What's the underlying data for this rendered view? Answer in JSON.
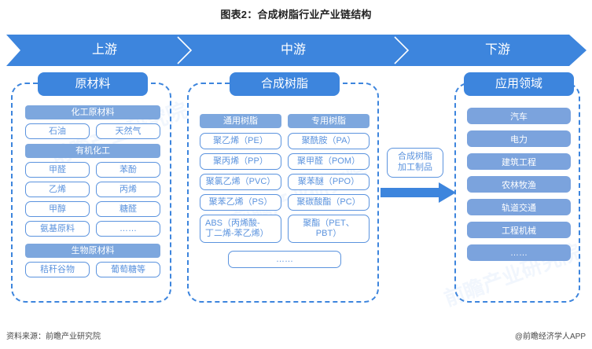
{
  "title": "图表2：合成树脂行业产业链结构",
  "banner": {
    "segments": [
      {
        "label": "上游"
      },
      {
        "label": "中游"
      },
      {
        "label": "下游"
      }
    ]
  },
  "columns": {
    "upstream": {
      "head": "原材料",
      "groups": [
        {
          "subhead": "化工原材料",
          "items": [
            "石油",
            "天然气"
          ]
        },
        {
          "subhead": "有机化工",
          "items": [
            "甲醛",
            "苯酚",
            "乙烯",
            "丙烯",
            "甲醇",
            "糖醛",
            "氨基原料",
            "……"
          ]
        },
        {
          "subhead": "生物原材料",
          "items": [
            "秸秆谷物",
            "葡萄糖等"
          ]
        }
      ]
    },
    "midstream": {
      "head": "合成树脂",
      "subheads": [
        "通用树脂",
        "专用树脂"
      ],
      "general": [
        "聚乙烯（PE）",
        "聚丙烯（PP）",
        "聚氯乙烯（PVC）",
        "聚苯乙烯（PS）",
        "ABS（丙烯酸-\n丁二烯-苯乙烯）"
      ],
      "special": [
        "聚酰胺（PA）",
        "聚甲醛（POM）",
        "聚苯醚（PPO）",
        "聚碳酸酯（PC）",
        "聚酯（PET、\nPBT）"
      ],
      "more": "……"
    },
    "downstream": {
      "head": "应用领域",
      "items": [
        "汽车",
        "电力",
        "建筑工程",
        "农林牧渔",
        "轨道交通",
        "工程机械",
        "……"
      ]
    }
  },
  "connector": {
    "label": "合成树脂\n加工制品"
  },
  "footer": {
    "source": "资料来源：前瞻产业研究院",
    "brand": "@前瞻经济学人APP"
  },
  "watermarks": [
    "前瞻产业研究院",
    "前瞻产业研究院",
    "前瞻产业研究院"
  ],
  "colors": {
    "primary": "#3d85dd",
    "subbar": "#7da7de",
    "solidbar": "#7ba3dd",
    "chip_border": "#5b93de",
    "chip_text": "#5b93de",
    "background": "#ffffff"
  }
}
